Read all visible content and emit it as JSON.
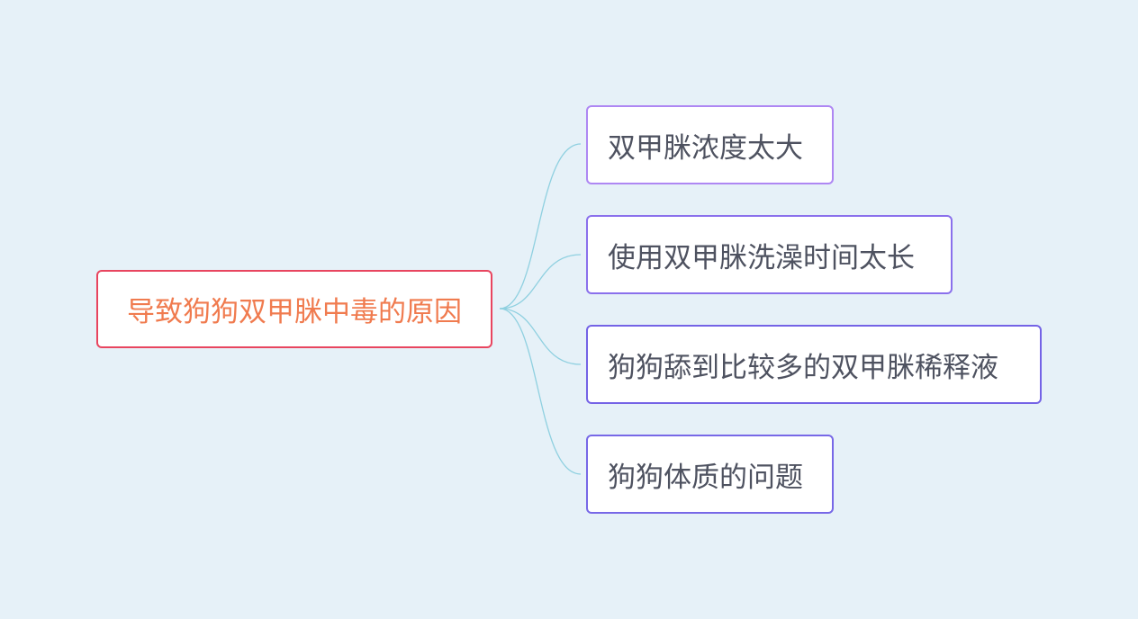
{
  "mindmap": {
    "root": {
      "label": "导致狗狗双甲脒中毒的原因"
    },
    "children": [
      {
        "label": "双甲脒浓度太大"
      },
      {
        "label": "使用双甲脒洗澡时间太长"
      },
      {
        "label": "狗狗舔到比较多的双甲脒稀释液"
      },
      {
        "label": "狗狗体质的问题"
      }
    ]
  },
  "colors": {
    "background": "#e6f1f8",
    "root_border": "#e8455f",
    "root_text": "#f07b4f",
    "child_text": "#4e5260",
    "connector": "#8fd0e0"
  }
}
